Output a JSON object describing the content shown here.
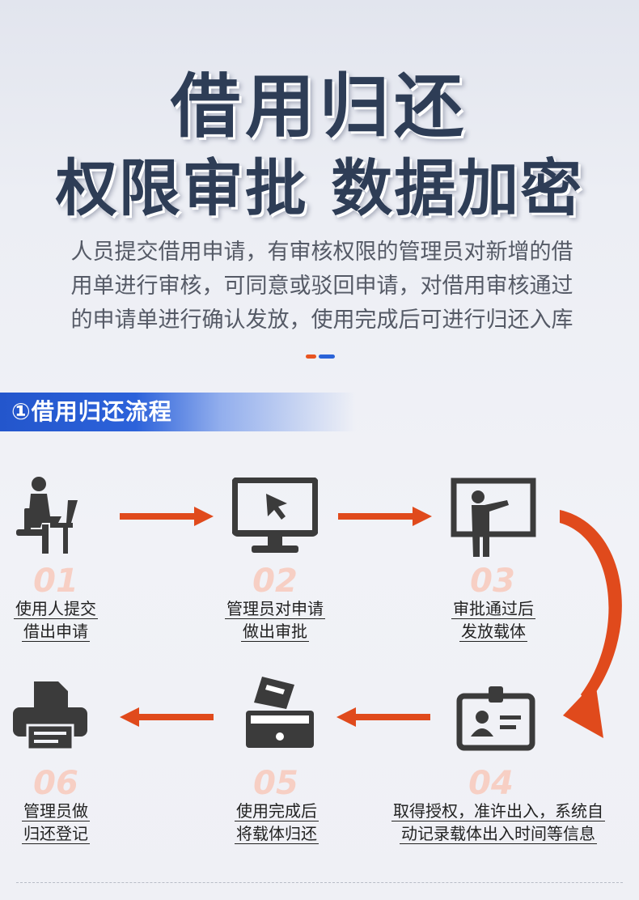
{
  "header": {
    "title_line1": "借用归还",
    "title_line2": "权限审批 数据加密",
    "description_lines": [
      "人员提交借用申请，有审核权限的管理员对新增的借",
      "用单进行审核，可同意或驳回申请，对借用审核通过",
      "的申请单进行确认发放，使用完成后可进行归还入库"
    ]
  },
  "section": {
    "title": "①借用归还流程"
  },
  "steps": [
    {
      "num": "01",
      "line1": "使用人提交",
      "line2": "借出申请",
      "icon": "person-at-desk-icon"
    },
    {
      "num": "02",
      "line1": "管理员对申请",
      "line2": "做出审批",
      "icon": "monitor-cursor-icon"
    },
    {
      "num": "03",
      "line1": "审批通过后",
      "line2": "发放载体",
      "icon": "presenter-board-icon"
    },
    {
      "num": "04",
      "line1": "取得授权，准许出入，系统自",
      "line2": "动记录载体出入时间等信息",
      "icon": "id-card-icon"
    },
    {
      "num": "05",
      "line1": "使用完成后",
      "line2": "将载体归还",
      "icon": "document-tray-icon"
    },
    {
      "num": "06",
      "line1": "管理员做",
      "line2": "归还登记",
      "icon": "printer-icon"
    }
  ],
  "colors": {
    "title": "#2e3d56",
    "accent_orange": "#e04a1c",
    "accent_blue": "#2356cc",
    "icon": "#3b3b3b",
    "number": "#f7cfc4"
  }
}
